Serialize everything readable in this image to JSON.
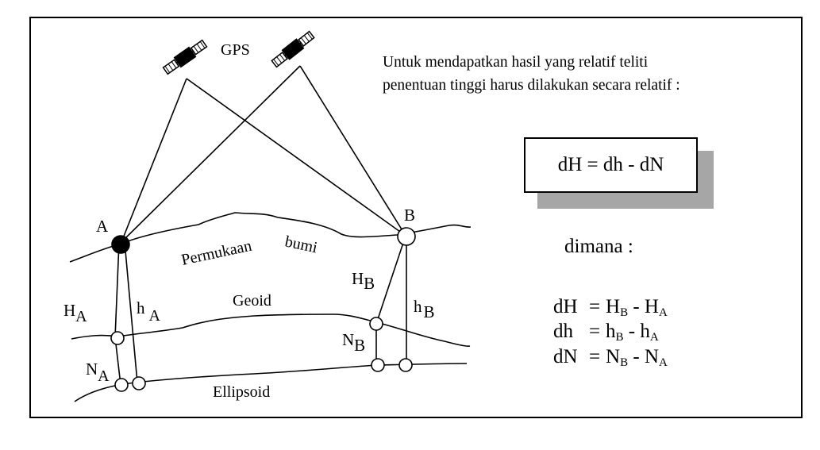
{
  "diagram": {
    "gps_label": "GPS",
    "point_a": "A",
    "point_b": "B",
    "surface_word1": "Permukaan",
    "surface_word2": "bumi",
    "geoid_label": "Geoid",
    "ellipsoid_label": "Ellipsoid",
    "ha_upper_base": "H",
    "ha_upper_sub": "A",
    "ha_lower_base": "h",
    "ha_lower_sub": "A",
    "na_base": "N",
    "na_sub": "A",
    "hb_upper_base": "H",
    "hb_upper_sub": "B",
    "hb_lower_base": "h",
    "hb_lower_sub": "B",
    "nb_base": "N",
    "nb_sub": "B"
  },
  "text": {
    "note_line1": "Untuk mendapatkan hasil yang relatif teliti",
    "note_line2": "penentuan tinggi harus dilakukan secara relatif :",
    "main_equation": "dH = dh - dN",
    "where_label": "dimana :"
  },
  "equations": [
    {
      "lhs": "dH",
      "eq": "=",
      "t1": "H",
      "s1": "B",
      "op": " - ",
      "t2": "H",
      "s2": "A"
    },
    {
      "lhs": "dh",
      "eq": "=",
      "t1": "h",
      "s1": "B",
      "op": " - ",
      "t2": "h",
      "s2": "A"
    },
    {
      "lhs": "dN",
      "eq": "=",
      "t1": "N",
      "s1": "B",
      "op": " - ",
      "t2": "N",
      "s2": "A"
    }
  ],
  "colors": {
    "line": "#000000",
    "shadow": "#a6a6a6",
    "background": "#ffffff"
  }
}
